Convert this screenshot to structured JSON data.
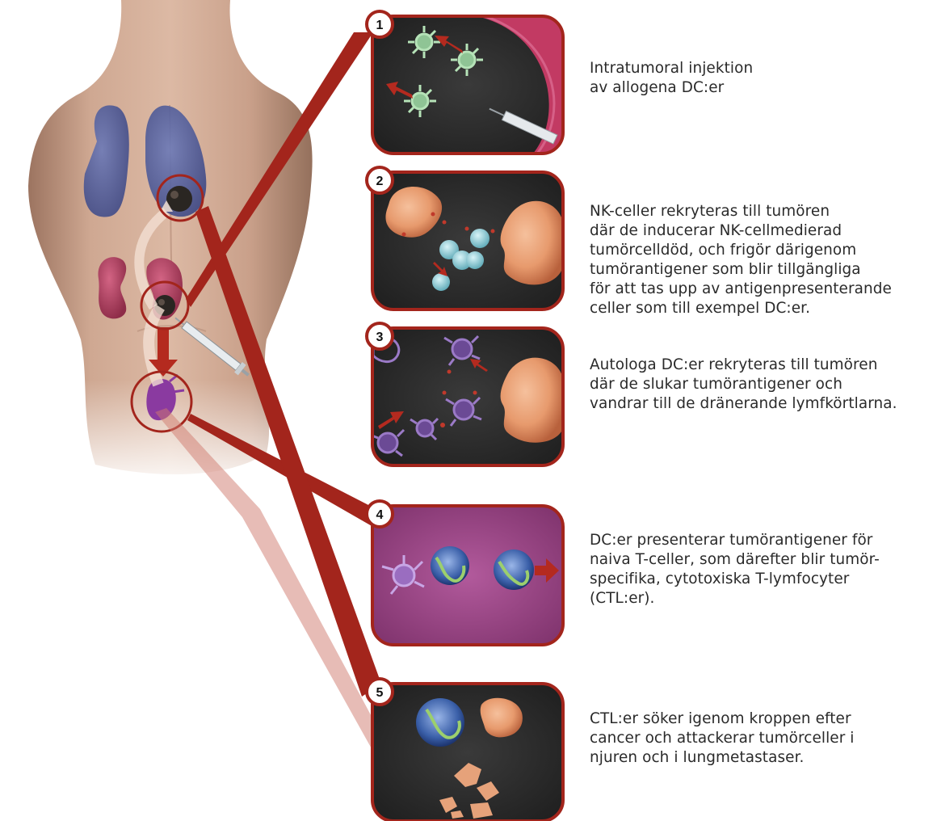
{
  "steps": [
    {
      "number": "1",
      "text": "Intratumoral injektion\nav allogena DC:er"
    },
    {
      "number": "2",
      "text": "NK-celler rekryteras till tumören\ndär de inducerar NK-cellmedierad\ntumörcelldöd, och frigör därigenom\ntumörantigener som blir tillgängliga\nför att tas upp av antigenpresenterande\nceller som till exempel DC:er."
    },
    {
      "number": "3",
      "text": "Autologa DC:er rekryteras till tumören\ndär de slukar tumörantigener och\nvandrar till de dränerande lymfkörtlarna."
    },
    {
      "number": "4",
      "text": "DC:er presenterar tumörantigener för\nnaiva T-celler, som därefter blir tumör-\nspecifika, cytotoxiska T-lymfocyter\n(CTL:er)."
    },
    {
      "number": "5",
      "text": "CTL:er söker igenom kroppen efter\ncancer och attackerar tumörceller i\nnjuren och i lungmetastaser."
    }
  ],
  "colors": {
    "frame": "#a3251c",
    "panel_dark": "#2a2a2a",
    "panel_pink": "#9a3f82",
    "lung": "#4f5d9c",
    "kidney": "#b4405e",
    "tumor": "#e89f74",
    "dc_green": "#9fcfa3",
    "dc_purple": "#7d55a6",
    "tcell_blue": "#3a5fa8",
    "nk_cyan": "#7fd0d9"
  },
  "icons": {
    "body": "torso-illustration",
    "lung": "lung-icon",
    "kidney": "kidney-icon",
    "tumor": "tumor-icon",
    "syringe": "syringe-icon",
    "lymph_node": "lymph-node-icon"
  }
}
